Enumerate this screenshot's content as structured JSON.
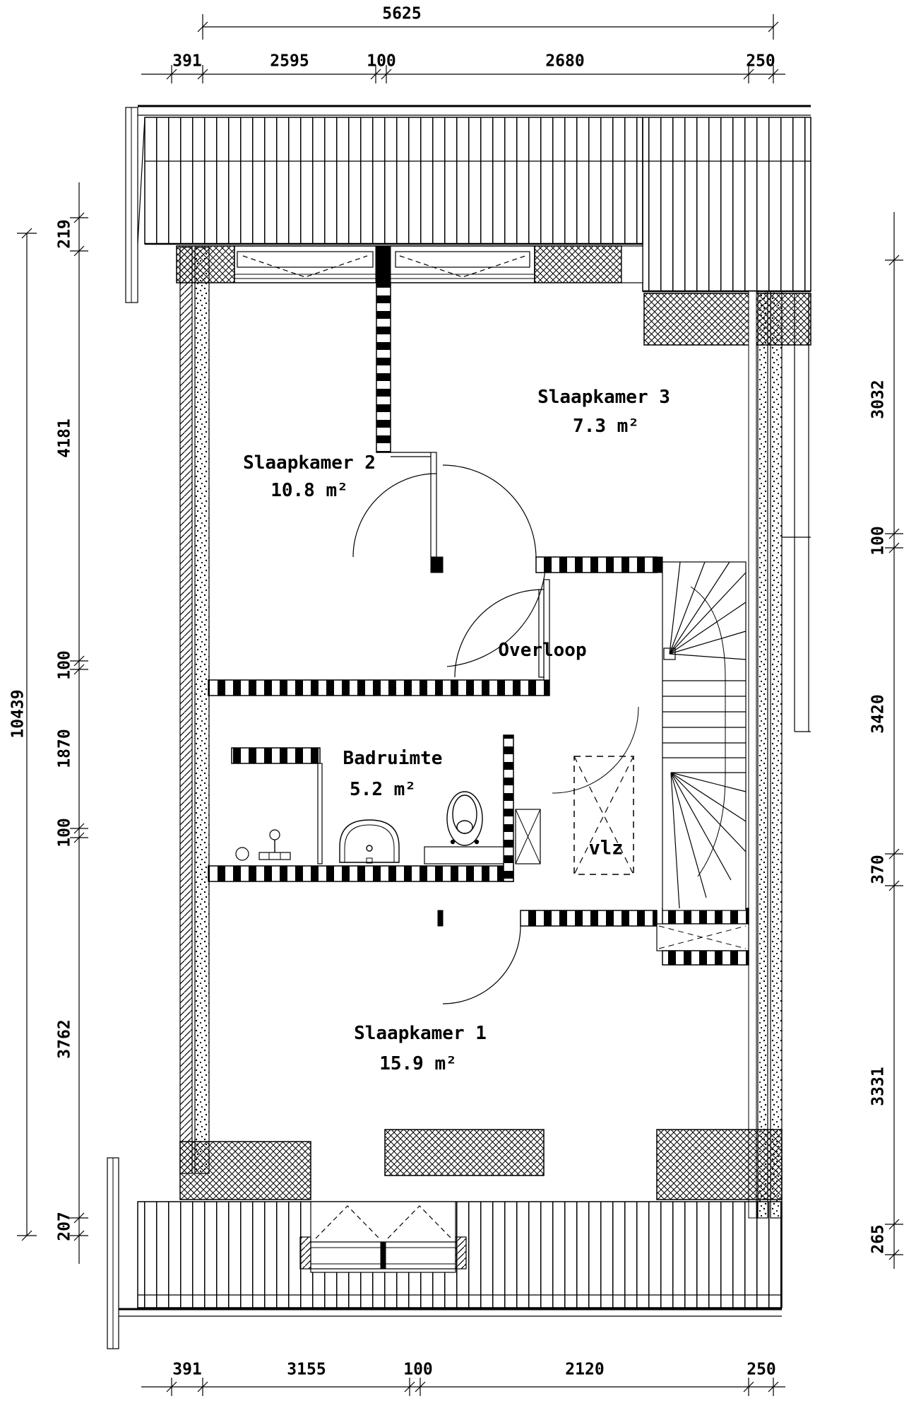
{
  "plan": {
    "rooms": [
      {
        "name": "Slaapkamer 2",
        "area": "10.8 m²"
      },
      {
        "name": "Slaapkamer 3",
        "area": "7.3 m²"
      },
      {
        "name": "Overloop",
        "area": ""
      },
      {
        "name": "Badruimte",
        "area": "5.2 m²"
      },
      {
        "name": "Slaapkamer 1",
        "area": "15.9 m²"
      },
      {
        "name": "vlz",
        "area": ""
      }
    ],
    "dimensions": {
      "top": {
        "overall": "5625",
        "segments": [
          "391",
          "2595",
          "100",
          "2680",
          "250"
        ]
      },
      "bottom": {
        "segments": [
          "391",
          "3155",
          "100",
          "2120",
          "250"
        ]
      },
      "left": {
        "overall": "10439",
        "segments": [
          "219",
          "4181",
          "100",
          "1870",
          "100",
          "3762",
          "207"
        ]
      },
      "right": {
        "segments": [
          "3032",
          "100",
          "3420",
          "370",
          "3331",
          "265"
        ]
      }
    },
    "colors": {
      "ink": "#000000",
      "paper": "#ffffff"
    }
  }
}
